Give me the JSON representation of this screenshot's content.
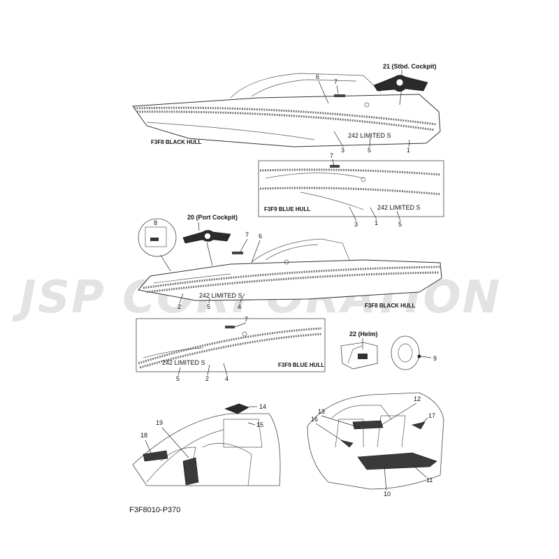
{
  "watermark": "JSP CORPORATION",
  "diagram_code": "F3F8010-P370",
  "hull_labels": {
    "black_hull_top": "F3F8  BLACK HULL",
    "blue_hull_top": "F3F9  BLUE HULL",
    "black_hull_mid": "F3F8  BLACK HULL",
    "blue_hull_bottom": "F3F9  BLUE HULL"
  },
  "callouts": {
    "stbd_cockpit": "21 (Stbd. Cockpit)",
    "port_cockpit": "20 (Port Cockpit)",
    "helm": "22 (Helm)"
  },
  "part_numbers": {
    "p1a": "1",
    "p1b": "1",
    "p2a": "2",
    "p2b": "2",
    "p3a": "3",
    "p3b": "3",
    "p4a": "4",
    "p4b": "4",
    "p5a": "5",
    "p5b": "5",
    "p5c": "5",
    "p5d": "5",
    "p6a": "6",
    "p6b": "6",
    "p7a": "7",
    "p7b": "7",
    "p7c": "7",
    "p7d": "7",
    "p8": "8",
    "p9": "9",
    "p10": "10",
    "p11": "11",
    "p12": "12",
    "p13": "13",
    "p14": "14",
    "p15": "15",
    "p16": "16",
    "p17": "17",
    "p18": "18",
    "p19": "19"
  },
  "hull_badge": "242 LIMITED S"
}
